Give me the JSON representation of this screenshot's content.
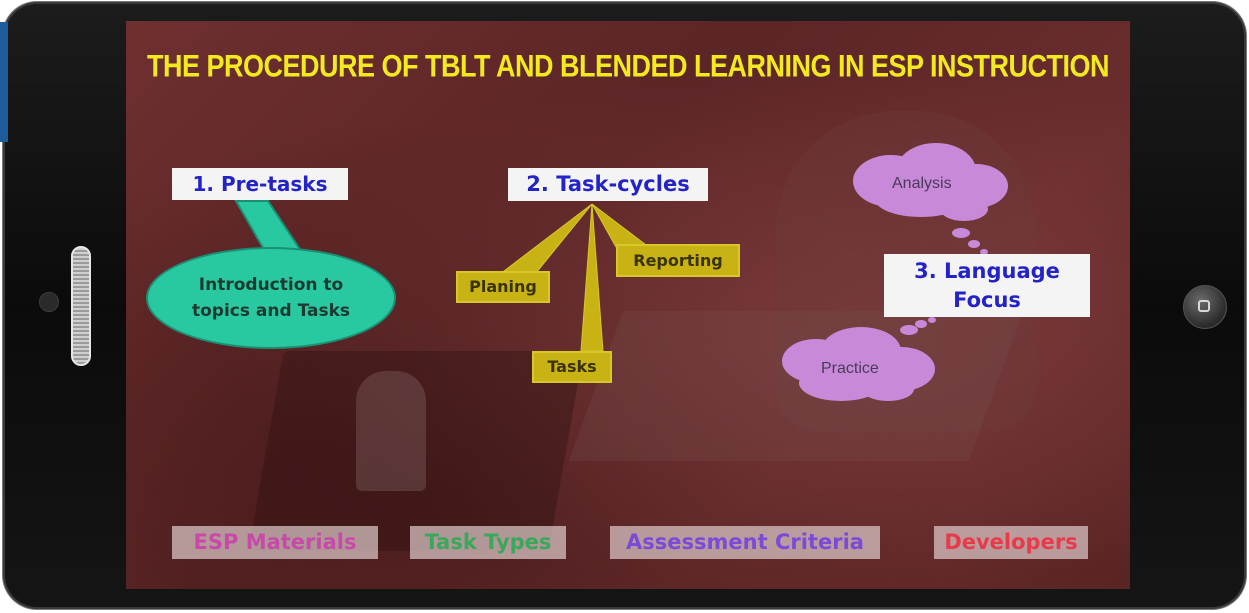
{
  "slide": {
    "title": "THE PROCEDURE OF TBLT AND BLENDED LEARNING IN ESP INSTRUCTION",
    "stages": {
      "pre_tasks": "1. Pre-tasks",
      "task_cycles": "2. Task-cycles",
      "language_focus_line1": "3. Language",
      "language_focus_line2": "Focus"
    },
    "intro_bubble": "Introduction to topics and Tasks",
    "callouts": {
      "planing": "Planing",
      "reporting": "Reporting",
      "tasks": "Tasks"
    },
    "clouds": {
      "analysis": "Analysis",
      "practice": "Practice"
    },
    "nav": [
      {
        "label": "ESP Materials",
        "color": "#c84aa8"
      },
      {
        "label": "Task Types",
        "color": "#3aa85a"
      },
      {
        "label": "Assessment Criteria",
        "color": "#7a4ad8"
      },
      {
        "label": "Developers",
        "color": "#e83a4a"
      }
    ]
  },
  "colors": {
    "title": "#f2ea1f",
    "stage_text": "#2323c8",
    "callout_fill": "#c8b214",
    "bubble_fill": "#28c8a0",
    "cloud_fill": "#c88ad8"
  },
  "icons": {
    "home": "home-button-icon",
    "speaker": "speaker-grille-icon",
    "camera": "front-camera-icon"
  }
}
